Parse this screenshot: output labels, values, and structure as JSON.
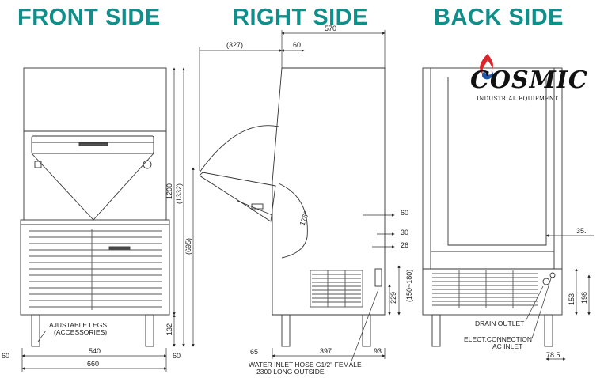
{
  "titles": {
    "front": "FRONT SIDE",
    "right": "RIGHT SIDE",
    "back": "BACK SIDE"
  },
  "logo": {
    "word": "COSMIC",
    "subtitle": "INDUSTRIAL EQUIPMENT",
    "flame_colors": [
      "#d8262b",
      "#1f56a8"
    ]
  },
  "front": {
    "dims": {
      "height_total": "1200",
      "height_with_lid": "(1332)",
      "height_lower": "(695)",
      "legs": "132",
      "left_margin": "60",
      "right_margin": "60",
      "inner_width": "540",
      "outer_width": "660"
    },
    "labels": {
      "legs_line1": "AJUSTABLE LEGS",
      "legs_line2": "(ACCESSORIES)"
    }
  },
  "right": {
    "dims": {
      "depth": "570",
      "lid_overhang": "(327)",
      "top_offset": "60",
      "door_angle": "176°",
      "side_60": "60",
      "side_30": "30",
      "side_26": "26",
      "drain_height": "229",
      "drain_range": "(150~180)",
      "bottom_65": "65",
      "bottom_397": "397",
      "bottom_93": "93"
    },
    "labels": {
      "hose_line1": "WATER INLET HOSE G1/2\" FEMALE",
      "hose_line2": "2300 LONG OUTSIDE"
    }
  },
  "back": {
    "dims": {
      "side_35": "35.",
      "h_153": "153",
      "h_198": "198",
      "w_78": "78.5"
    },
    "labels": {
      "drain_outlet": "DRAIN OUTLET",
      "elect_line1": "ELECT.CONNECTION",
      "elect_line2": "AC INLET"
    }
  }
}
